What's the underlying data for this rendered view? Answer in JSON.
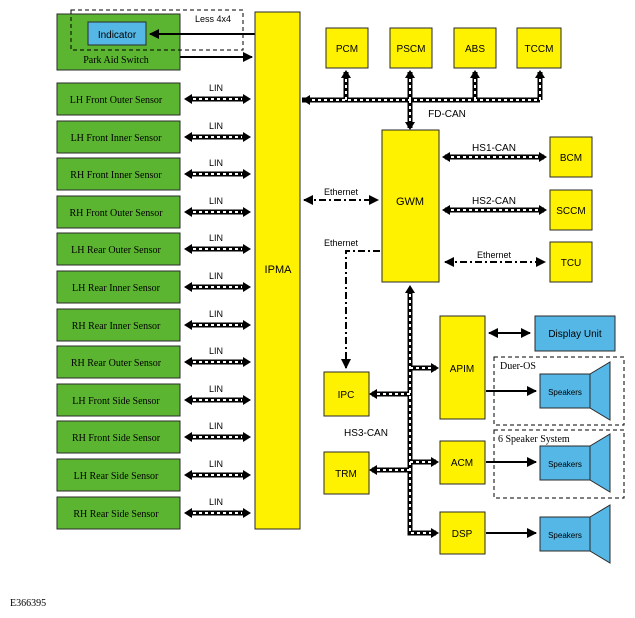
{
  "diagram": {
    "park_aid_switch": "Park Aid Switch",
    "indicator": "Indicator",
    "less_4x4": "Less 4x4",
    "sensors": [
      "LH Front Outer Sensor",
      "LH Front Inner Sensor",
      "RH Front Inner Sensor",
      "RH Front Outer Sensor",
      "LH Rear Outer Sensor",
      "LH Rear Inner Sensor",
      "RH Rear Inner Sensor",
      "RH Rear Outer Sensor",
      "LH Front Side Sensor",
      "RH Front Side Sensor",
      "LH Rear Side Sensor",
      "RH Rear Side Sensor"
    ],
    "lin": "LIN",
    "ipma": "IPMA",
    "top_modules": [
      "PCM",
      "PSCM",
      "ABS",
      "TCCM"
    ],
    "fd_can": "FD-CAN",
    "gwm": "GWM",
    "hs1_can": "HS1-CAN",
    "hs2_can": "HS2-CAN",
    "ethernet": "Ethernet",
    "bcm": "BCM",
    "sccm": "SCCM",
    "tcu": "TCU",
    "ipc": "IPC",
    "trm": "TRM",
    "hs3_can": "HS3-CAN",
    "apim": "APIM",
    "acm": "ACM",
    "dsp": "DSP",
    "display_unit": "Display Unit",
    "duer_os": "Duer-OS",
    "six_speaker": "6 Speaker System",
    "speakers": "Speakers",
    "ref": "E366395"
  }
}
